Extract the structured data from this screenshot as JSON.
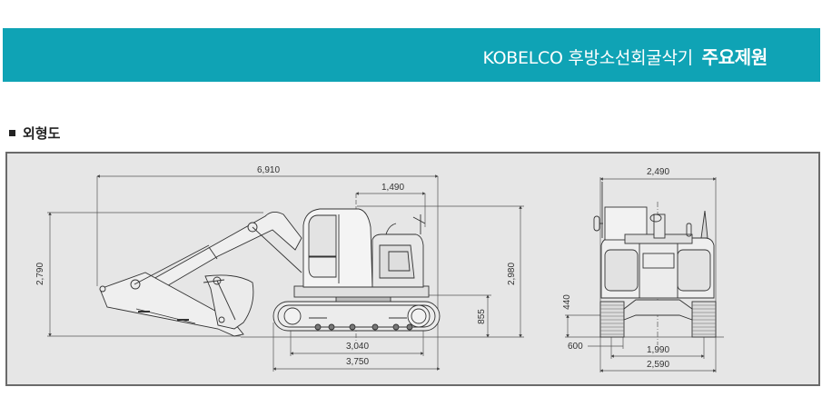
{
  "header": {
    "title_prefix": "KOBELCO 후방소선회굴삭기",
    "title_bold": "주요제원",
    "background_color": "#0fa3b5",
    "text_color": "#ffffff"
  },
  "section": {
    "bullet": "■",
    "title": "외형도"
  },
  "drawing": {
    "background_color": "#e6e6e6",
    "border_color": "#6a6a6a",
    "side_view": {
      "overall_length": "6,910",
      "tail_swing": "1,490",
      "boom_height": "2,790",
      "overall_height": "2,980",
      "counterweight_clearance": "855",
      "tumbler_distance": "3,040",
      "track_length": "3,750"
    },
    "front_view": {
      "upperstructure_width": "2,490",
      "ground_clearance": "440",
      "shoe_width": "600",
      "track_gauge": "1,990",
      "overall_width": "2,590"
    }
  }
}
